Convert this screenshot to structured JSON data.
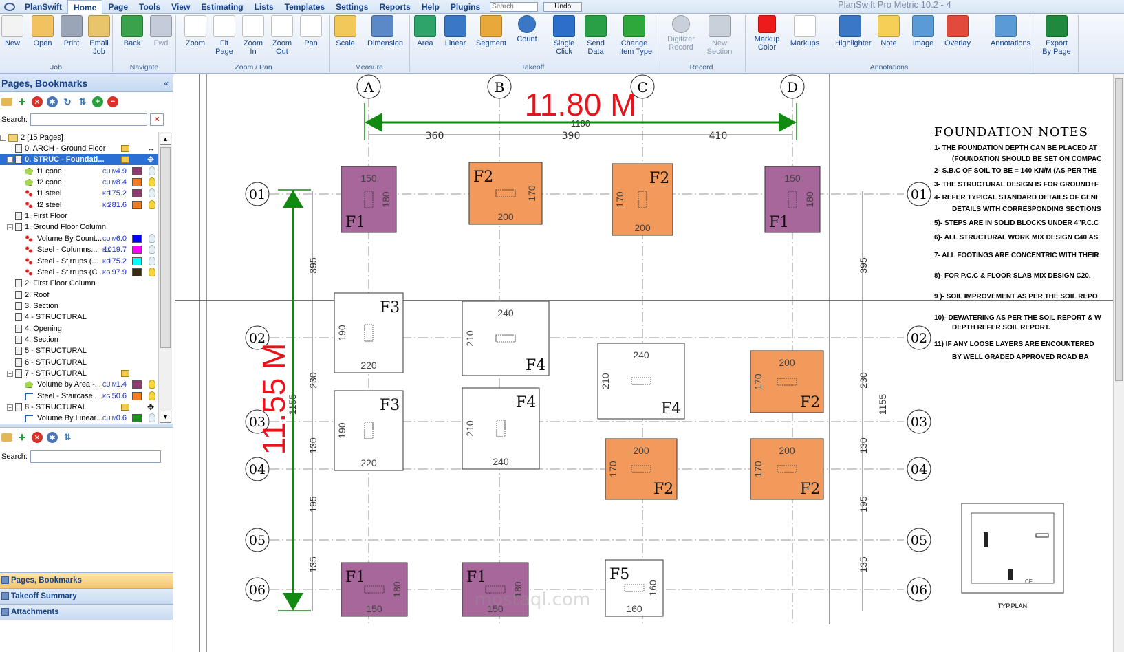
{
  "menubar": {
    "app_menu": "PlanSwift",
    "items": [
      "Home",
      "Page",
      "Tools",
      "View",
      "Estimating",
      "Lists",
      "Templates",
      "Settings",
      "Reports",
      "Help",
      "Plugins"
    ],
    "search_placeholder": "Search",
    "undo_label": "Undo",
    "title": "PlanSwift Pro Metric 10.2 - 4"
  },
  "ribbon": {
    "groups": [
      {
        "label": "Job",
        "buttons": [
          {
            "label": "New",
            "icon": "new-page-icon"
          },
          {
            "label": "Open",
            "icon": "open-folder-icon"
          },
          {
            "label": "Print",
            "icon": "printer-icon"
          },
          {
            "label": "Email\nJob",
            "icon": "email-icon"
          }
        ]
      },
      {
        "label": "Navigate",
        "buttons": [
          {
            "label": "Back",
            "icon": "back-arrow-icon"
          },
          {
            "label": "Fwd",
            "icon": "forward-arrow-icon",
            "disabled": true
          }
        ]
      },
      {
        "label": "Zoom / Pan",
        "buttons": [
          {
            "label": "Zoom",
            "icon": "magnifier-icon"
          },
          {
            "label": "Fit\nPage",
            "icon": "fit-page-icon"
          },
          {
            "label": "Zoom\nIn",
            "icon": "zoom-in-icon"
          },
          {
            "label": "Zoom\nOut",
            "icon": "zoom-out-icon"
          },
          {
            "label": "Pan",
            "icon": "hand-icon"
          }
        ]
      },
      {
        "label": "Measure",
        "buttons": [
          {
            "label": "Scale",
            "icon": "scale-icon"
          },
          {
            "label": "Dimension",
            "icon": "dimension-icon"
          }
        ]
      },
      {
        "label": "Takeoff",
        "buttons": [
          {
            "label": "Area",
            "icon": "area-icon"
          },
          {
            "label": "Linear",
            "icon": "linear-icon"
          },
          {
            "label": "Segment",
            "icon": "segment-icon"
          },
          {
            "label": "Count",
            "icon": "count-icon"
          },
          {
            "label": "Single\nClick",
            "icon": "single-click-icon"
          },
          {
            "label": "Send\nData",
            "icon": "send-data-icon"
          },
          {
            "label": "Change\nItem Type",
            "icon": "change-item-type-icon"
          }
        ]
      },
      {
        "label": "Record",
        "buttons": [
          {
            "label": "Digitizer\nRecord",
            "icon": "digitizer-icon",
            "disabled": true
          },
          {
            "label": "New\nSection",
            "icon": "new-section-icon",
            "disabled": true
          }
        ]
      },
      {
        "label": "Annotations",
        "buttons": [
          {
            "label": "Markup\nColor",
            "icon": "markup-color-icon"
          },
          {
            "label": "Markups",
            "icon": "cloud-icon"
          },
          {
            "label": "Highlighter",
            "icon": "highlighter-icon"
          },
          {
            "label": "Note",
            "icon": "note-icon"
          },
          {
            "label": "Image",
            "icon": "image-icon"
          },
          {
            "label": "Overlay",
            "icon": "overlay-icon"
          },
          {
            "label": "Annotations",
            "icon": "annotations-icon"
          }
        ]
      },
      {
        "label": "",
        "buttons": [
          {
            "label": "Export\nBy Page",
            "icon": "excel-export-icon"
          }
        ]
      }
    ]
  },
  "left_panel": {
    "title": "Pages, Bookmarks",
    "search_label": "Search:",
    "root": "2 [15 Pages]",
    "tree": [
      {
        "label": "0. ARCH - Ground Floor"
      },
      {
        "label": "0. STRUC - Foundati...",
        "selected": true
      },
      {
        "label": "f1 conc",
        "value": "4.9",
        "unit": "CU M",
        "color": "#8e3a6e",
        "kind": "area"
      },
      {
        "label": "f2 conc",
        "value": "8.4",
        "unit": "CU M",
        "color": "#f47c20",
        "kind": "area"
      },
      {
        "label": "f1 steel",
        "value": "175.2",
        "unit": "KG",
        "color": "#8e3a6e",
        "kind": "count"
      },
      {
        "label": "f2 steel",
        "value": "381.6",
        "unit": "KG",
        "color": "#f47c20",
        "kind": "count"
      },
      {
        "label": "1. First Floor"
      },
      {
        "label": "1. Ground Floor Column"
      },
      {
        "label": "Volume By Count...",
        "value": "6.0",
        "unit": "CU M",
        "color": "#0000ff",
        "kind": "count"
      },
      {
        "label": "Steel - Columns...",
        "value": "1019.7",
        "unit": "KG",
        "color": "#ff00ff",
        "kind": "count"
      },
      {
        "label": "Steel - Stirrups (...",
        "value": "175.2",
        "unit": "KG",
        "color": "#00ffff",
        "kind": "count"
      },
      {
        "label": "Steel - Stirrups (C...",
        "value": "97.9",
        "unit": "KG",
        "color": "#3a2a10",
        "kind": "count"
      },
      {
        "label": "2. First Floor Column"
      },
      {
        "label": "2. Roof"
      },
      {
        "label": "3. Section"
      },
      {
        "label": "4 - STRUCTURAL"
      },
      {
        "label": "4. Opening"
      },
      {
        "label": "4. Section"
      },
      {
        "label": "5 - STRUCTURAL"
      },
      {
        "label": "6 - STRUCTURAL"
      },
      {
        "label": "7 - STRUCTURAL"
      },
      {
        "label": "Volume by Area -...",
        "value": "1.4",
        "unit": "CU M",
        "color": "#8e3a6e",
        "kind": "area"
      },
      {
        "label": "Steel - Staircase ...",
        "value": "50.6",
        "unit": "KG",
        "color": "#f47c20",
        "kind": "linear"
      },
      {
        "label": "8 - STRUCTURAL"
      },
      {
        "label": "Volume By Linear...",
        "value": "0.6",
        "unit": "CU M",
        "color": "#1f8f1f",
        "kind": "linear"
      }
    ],
    "bottom_search_label": "Search:",
    "nav_tabs": [
      "Pages, Bookmarks",
      "Takeoff Summary",
      "Attachments"
    ]
  },
  "drawing": {
    "grid_cols": [
      "A",
      "B",
      "C",
      "D"
    ],
    "grid_rows": [
      "01",
      "02",
      "03",
      "04",
      "05",
      "06"
    ],
    "dim_total_h": "11.80 M",
    "dim_total_v": "11.55 M",
    "dim_h_total": "1180",
    "dim_h_segments": [
      "360",
      "390",
      "410"
    ],
    "dim_v_total": "1155",
    "dim_v_segments": [
      "395",
      "230",
      "130",
      "195",
      "135"
    ],
    "notes_title": "FOUNDATION NOTES",
    "notes": [
      "1- THE FOUNDATION DEPTH CAN BE PLACED AT",
      "(FOUNDATION SHOULD BE SET ON COMPAC",
      "2- S.B.C OF SOIL TO BE = 140 KN/M (AS PER THE",
      "3- THE STRUCTURAL DESIGN IS FOR GROUND+F",
      "4- REFER TYPICAL STANDARD DETAILS OF GENI",
      "DETAILS WITH CORRESPONDING SECTIONS",
      "5)- STEPS ARE IN SOLID BLOCKS UNDER 4\"P.C.C",
      "6)- ALL STRUCTURAL WORK MIX DESIGN C40 AS",
      "7- ALL FOOTINGS ARE CONCENTRIC WITH THEIR",
      "8)- FOR P.C.C & FLOOR SLAB MIX DESIGN C20.",
      "9 )- SOIL IMPROVEMENT AS PER THE SOIL REPO",
      "10)- DEWATERING AS PER THE SOIL REPORT & W",
      "DEPTH REFER SOIL REPORT.",
      "11) IF ANY LOOSE LAYERS ARE ENCOUNTERED",
      "BY WELL GRADED APPROVED ROAD BA"
    ],
    "typ_plan_label": "TYP.PLAN",
    "cf_label": "CF",
    "watermark": "mostaql.com",
    "footings": [
      {
        "name": "F1",
        "dims": [
          "150",
          "180"
        ]
      },
      {
        "name": "F2",
        "dims": [
          "200",
          "170"
        ]
      },
      {
        "name": "F3",
        "dims": [
          "220",
          "190"
        ]
      },
      {
        "name": "F4",
        "dims": [
          "240",
          "210"
        ]
      },
      {
        "name": "F5",
        "dims": [
          "160",
          "160"
        ]
      }
    ]
  },
  "colors": {
    "f1_fill": "#a8679a",
    "f2_fill": "#f29a5c",
    "dim_red": "#e8141c",
    "dim_green": "#128a12",
    "selected": "#2a6fd3"
  }
}
